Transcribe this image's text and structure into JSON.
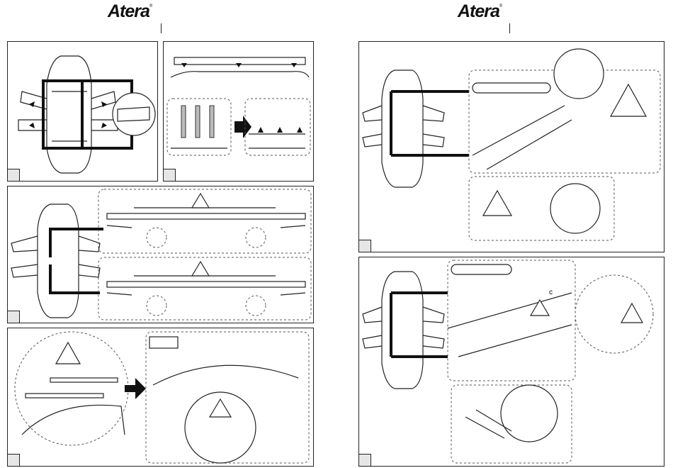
{
  "brand": {
    "name": "Atera",
    "mark": "®"
  },
  "pages": [
    {
      "id": "left",
      "steps": [
        {
          "number": ""
        },
        {
          "number": ""
        },
        {
          "number": ""
        },
        {
          "number": ""
        }
      ]
    },
    {
      "id": "right",
      "steps": [
        {
          "number": ""
        },
        {
          "number": ""
        }
      ]
    }
  ],
  "graphics": {
    "dimension_label_c": "c",
    "warning_mark": "!",
    "colors": {
      "ink": "#222222",
      "panel_tag": "#e6e6e6",
      "shade": "#bbbbbb"
    }
  }
}
